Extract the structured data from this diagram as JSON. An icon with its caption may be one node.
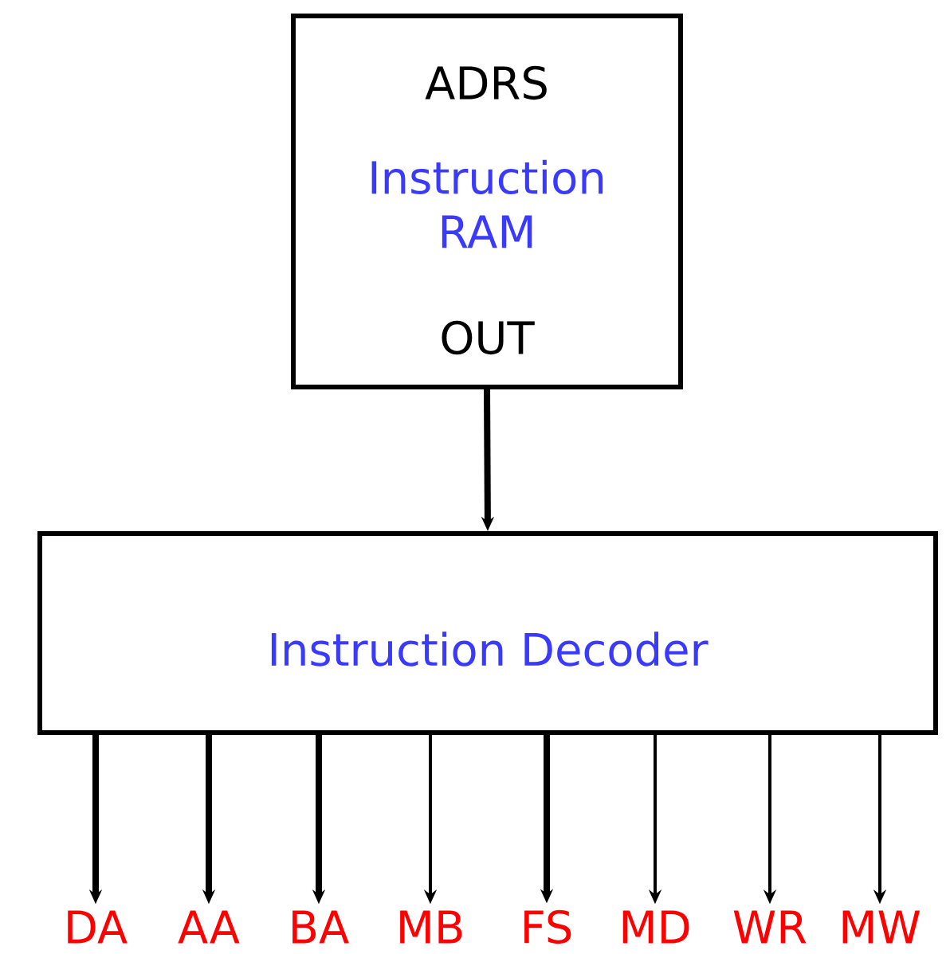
{
  "diagram": {
    "nodes": [
      {
        "text": [
          "ADRS",
          "Instruction RAM",
          "OUT"
        ]
      },
      {
        "text": [
          "Instruction Decoder"
        ]
      },
      {
        "text": [
          "DA"
        ]
      },
      {
        "text": [
          "AA"
        ]
      },
      {
        "text": [
          "BA"
        ]
      },
      {
        "text": [
          "MB"
        ]
      },
      {
        "text": [
          "FS"
        ]
      },
      {
        "text": [
          "MD"
        ]
      },
      {
        "text": [
          "WR"
        ]
      },
      {
        "text": [
          "MW"
        ]
      }
    ],
    "edges": [
      {
        "from": 0,
        "to": 1,
        "arrow": "to"
      },
      {
        "from": 1,
        "to": 2,
        "arrow": "to"
      },
      {
        "from": 1,
        "to": 3,
        "arrow": "to"
      },
      {
        "from": 1,
        "to": 4,
        "arrow": "to"
      },
      {
        "from": 1,
        "to": 5,
        "arrow": "to"
      },
      {
        "from": 1,
        "to": 6,
        "arrow": "to"
      },
      {
        "from": 1,
        "to": 7,
        "arrow": "to"
      },
      {
        "from": 1,
        "to": 8,
        "arrow": "to"
      },
      {
        "from": 1,
        "to": 9,
        "arrow": "to"
      }
    ]
  }
}
